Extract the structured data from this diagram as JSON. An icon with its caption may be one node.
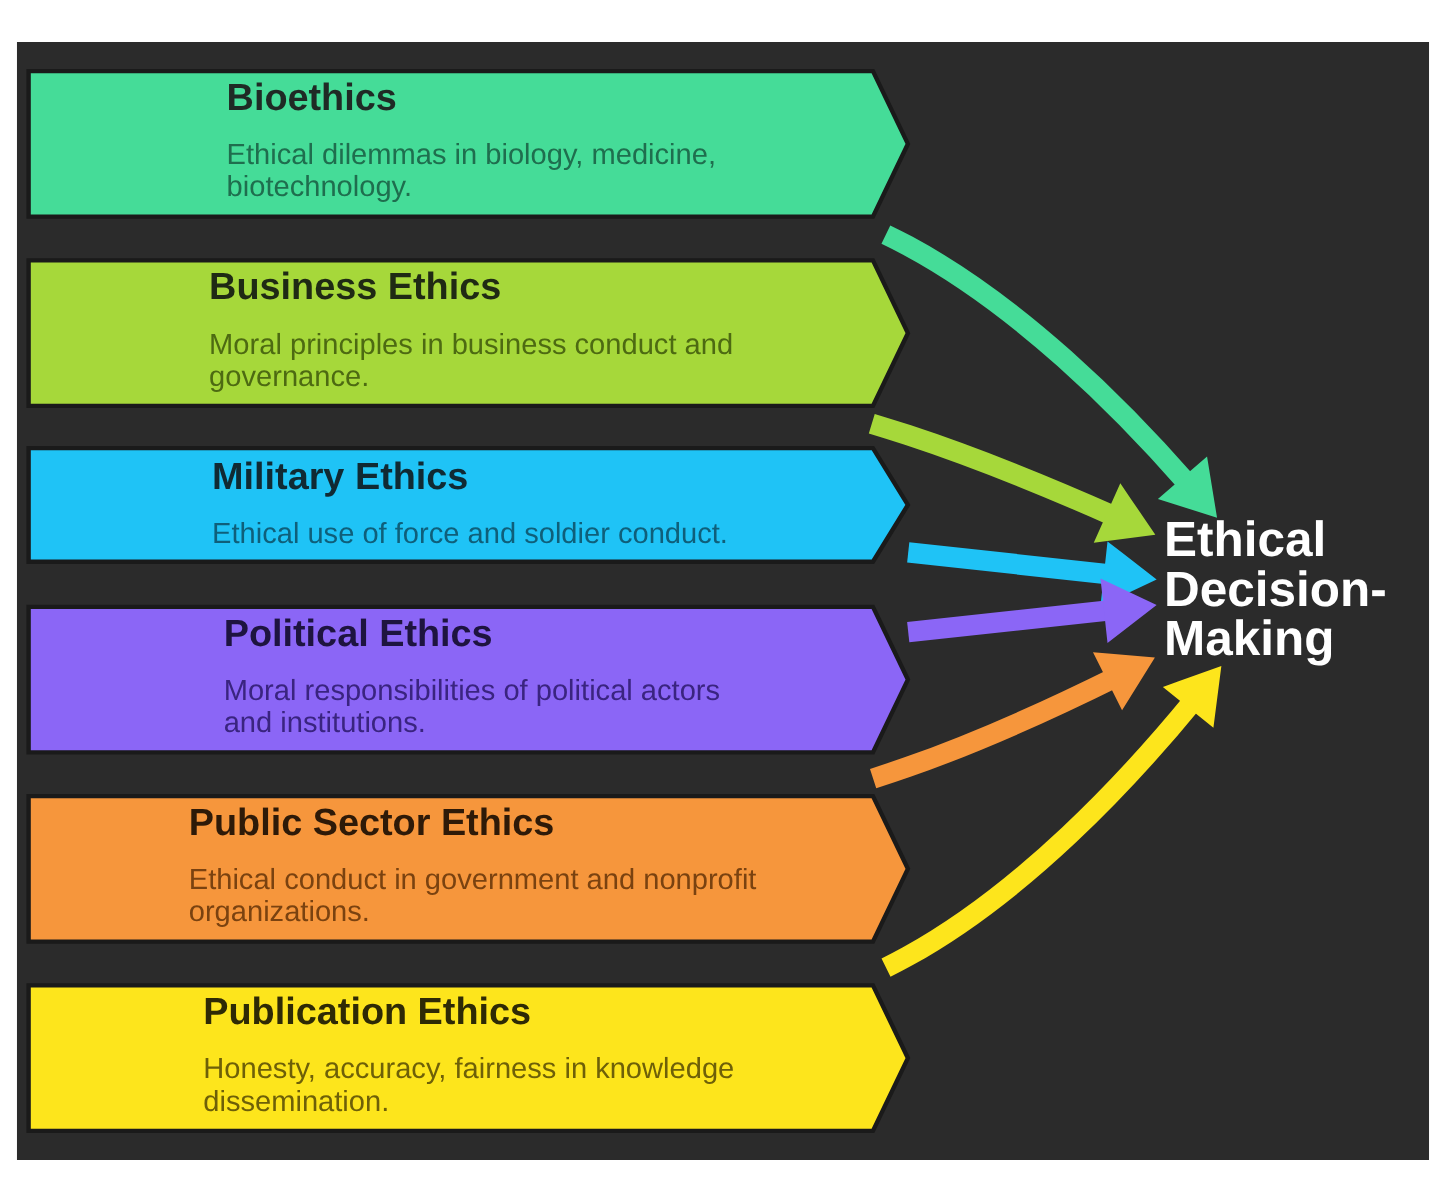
{
  "diagram": {
    "nodes": [
      {
        "text": [
          "Bioethics",
          "Ethical dilemmas in biology, medicine, biotechnology."
        ]
      },
      {
        "text": [
          "Business Ethics",
          "Moral principles in business conduct and governance."
        ]
      },
      {
        "text": [
          "Military Ethics",
          "Ethical use of force and soldier conduct."
        ]
      },
      {
        "text": [
          "Political Ethics",
          "Moral responsibilities of political actors and institutions."
        ]
      },
      {
        "text": [
          "Public Sector Ethics",
          "Ethical conduct in government and nonprofit organizations."
        ]
      },
      {
        "text": [
          "Publication Ethics",
          "Honesty, accuracy, fairness in knowledge dissemination."
        ]
      },
      {
        "text": [
          "Ethical Decision-Making"
        ]
      }
    ],
    "edges": [
      {
        "from": 0,
        "to": 6,
        "arrow": "to",
        "color": "#45dc98"
      },
      {
        "from": 1,
        "to": 6,
        "arrow": "to",
        "color": "#a6d83a"
      },
      {
        "from": 2,
        "to": 6,
        "arrow": "to",
        "color": "#1fc3f6"
      },
      {
        "from": 3,
        "to": 6,
        "arrow": "to",
        "color": "#8b66f6"
      },
      {
        "from": 4,
        "to": 6,
        "arrow": "to",
        "color": "#f6963c"
      },
      {
        "from": 5,
        "to": 6,
        "arrow": "to",
        "color": "#fde51c"
      }
    ]
  }
}
